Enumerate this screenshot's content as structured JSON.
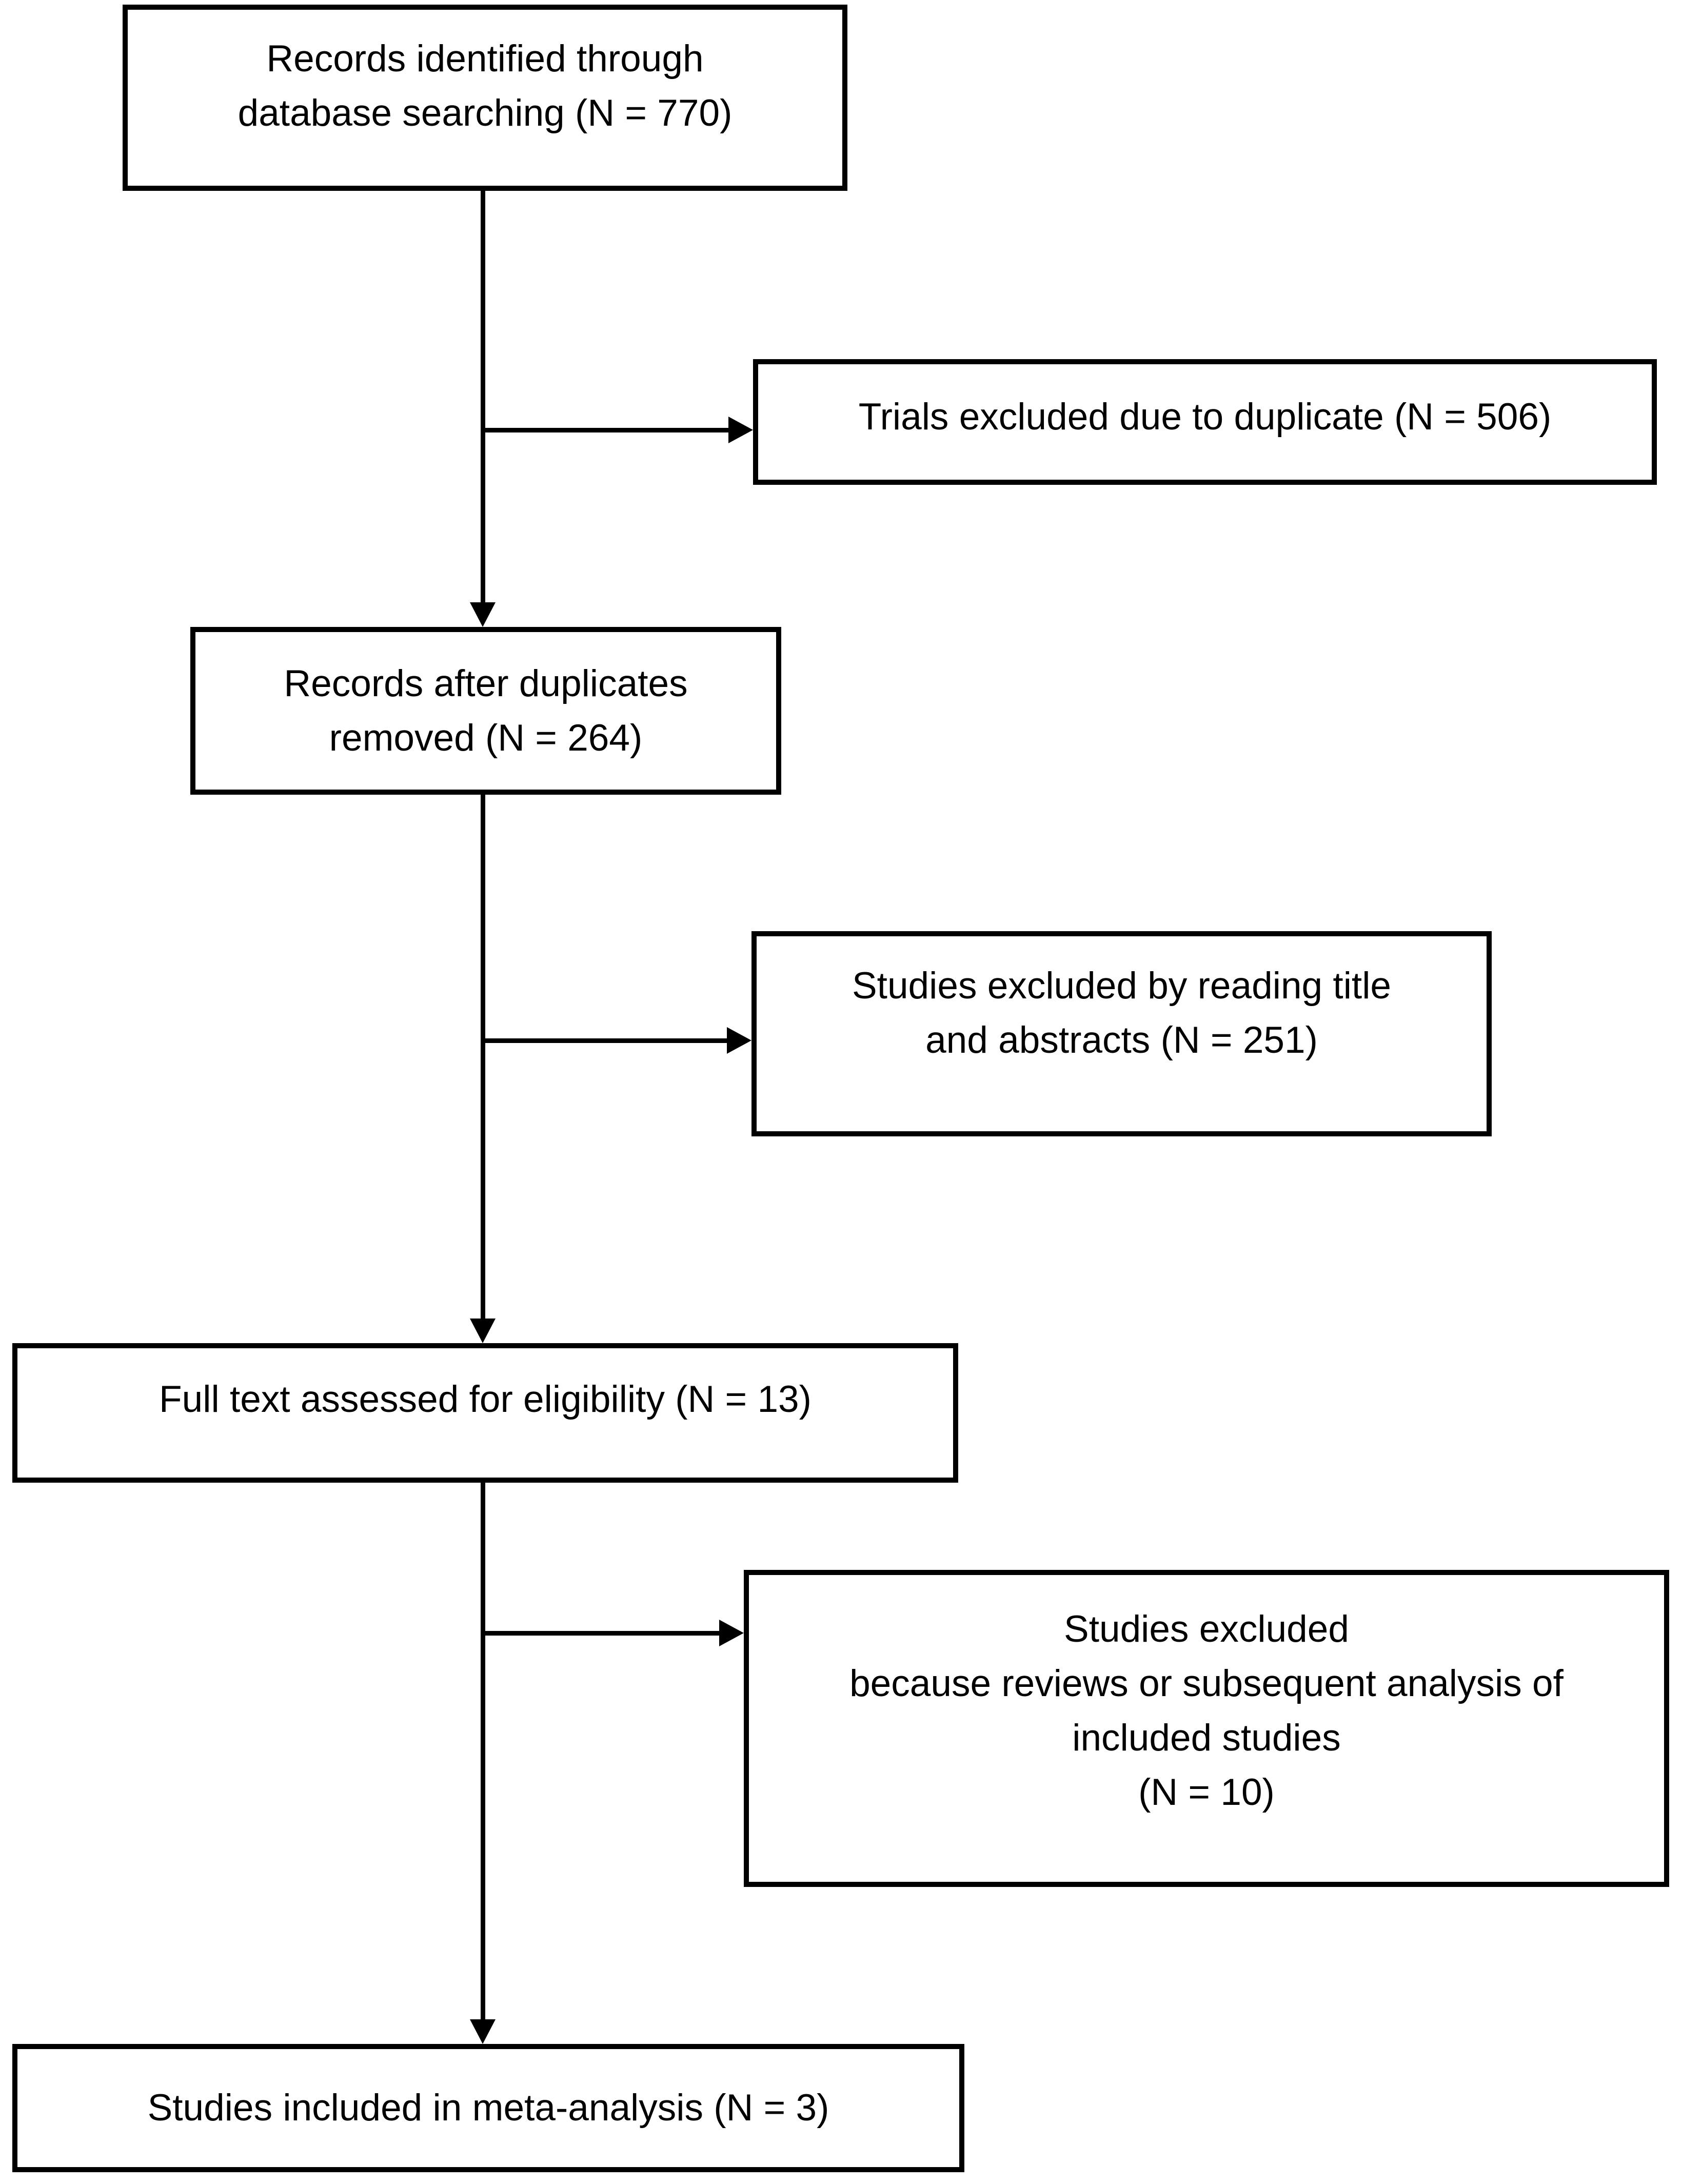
{
  "diagram": {
    "type": "flowchart",
    "subject": "study selection flow (PRISMA-style)",
    "colors": {
      "ink": "#000000",
      "background": "#ffffff"
    },
    "nodes": {
      "identified": {
        "lines": [
          "Records identified through",
          "database searching (N = 770)"
        ],
        "n": 770
      },
      "dup_excluded": {
        "lines": [
          "Trials excluded due to duplicate (N = 506)"
        ],
        "n": 506
      },
      "after_duplicates": {
        "lines": [
          "Records after duplicates",
          "removed (N = 264)"
        ],
        "n": 264
      },
      "title_excluded": {
        "lines": [
          "Studies excluded by reading title",
          "and abstracts (N = 251)"
        ],
        "n": 251
      },
      "fulltext": {
        "lines": [
          "Full text assessed for eligibility (N = 13)"
        ],
        "n": 13
      },
      "review_excluded": {
        "lines": [
          "Studies excluded",
          "because reviews or subsequent analysis of",
          "included studies",
          "(N = 10)"
        ],
        "n": 10
      },
      "included": {
        "lines": [
          "Studies included in meta-analysis (N = 3)"
        ],
        "n": 3
      }
    },
    "edges": [
      {
        "from": "identified",
        "to": "after_duplicates",
        "style": "arrow-down"
      },
      {
        "from": "identified",
        "to": "dup_excluded",
        "style": "arrow-right-branch"
      },
      {
        "from": "after_duplicates",
        "to": "fulltext",
        "style": "arrow-down"
      },
      {
        "from": "after_duplicates",
        "to": "title_excluded",
        "style": "arrow-right-branch"
      },
      {
        "from": "fulltext",
        "to": "included",
        "style": "arrow-down"
      },
      {
        "from": "fulltext",
        "to": "review_excluded",
        "style": "arrow-right-branch"
      }
    ]
  }
}
